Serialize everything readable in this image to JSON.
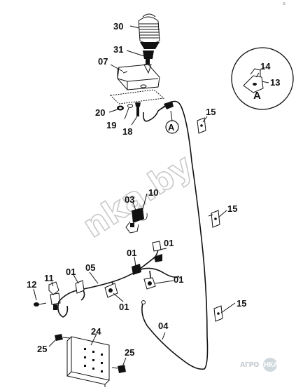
{
  "watermark": "nka.by",
  "logo": {
    "left": "АГРО",
    "right": "НКА"
  },
  "corner_mark": "a",
  "detail_view": {
    "label": "A",
    "callouts": [
      "14",
      "13"
    ]
  },
  "ref_circle_label": "A",
  "callouts": {
    "c30": "30",
    "c31": "31",
    "c07": "07",
    "c20": "20",
    "c19": "19",
    "c18": "18",
    "c15a": "15",
    "c15b": "15",
    "c15c": "15",
    "c03": "03",
    "c10": "10",
    "c01a": "01",
    "c01b": "01",
    "c01c": "01",
    "c01d": "01",
    "c01e": "01",
    "c05": "05",
    "c11": "11",
    "c12": "12",
    "c04": "04",
    "c24": "24",
    "c25a": "25",
    "c25b": "25"
  }
}
